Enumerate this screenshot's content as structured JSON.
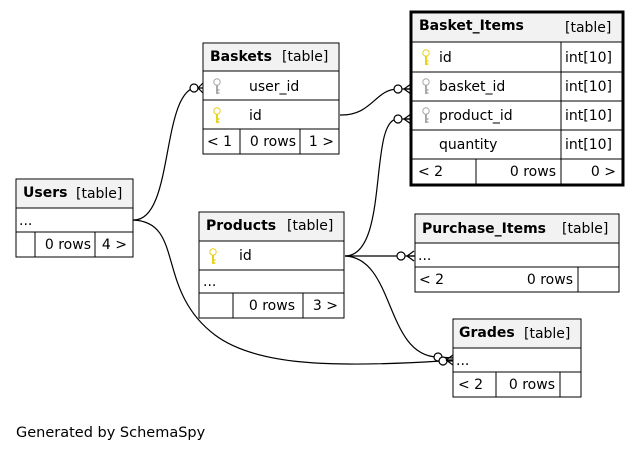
{
  "footer": "Generated by SchemaSpy",
  "colors": {
    "primary_key": "#e8d21c",
    "foreign_key": "#a8a8a8",
    "header_bg": "#f2f2f2",
    "line": "#000000"
  },
  "tables": {
    "basket_items": {
      "name": "Basket_Items",
      "tag": "[table]",
      "columns": [
        {
          "name": "id",
          "type": "int[10]",
          "key": "primary-key-icon"
        },
        {
          "name": "basket_id",
          "type": "int[10]",
          "key": "foreign-key-icon"
        },
        {
          "name": "product_id",
          "type": "int[10]",
          "key": "foreign-key-icon"
        },
        {
          "name": "quantity",
          "type": "int[10]",
          "key": ""
        }
      ],
      "footer": {
        "parents": "< 2",
        "rows": "0 rows",
        "children": "0 >"
      }
    },
    "baskets": {
      "name": "Baskets",
      "tag": "[table]",
      "columns": [
        {
          "name": "user_id",
          "key": "foreign-key-icon"
        },
        {
          "name": "id",
          "key": "primary-key-icon"
        }
      ],
      "footer": {
        "parents": "< 1",
        "rows": "0 rows",
        "children": "1 >"
      }
    },
    "users": {
      "name": "Users",
      "tag": "[table]",
      "body": "...",
      "footer": {
        "parents": "",
        "rows": "0 rows",
        "children": "4 >"
      }
    },
    "products": {
      "name": "Products",
      "tag": "[table]",
      "columns": [
        {
          "name": "id",
          "key": "primary-key-icon"
        }
      ],
      "body": "...",
      "footer": {
        "parents": "",
        "rows": "0 rows",
        "children": "3 >"
      }
    },
    "purchase_items": {
      "name": "Purchase_Items",
      "tag": "[table]",
      "body": "...",
      "footer": {
        "parents": "< 2",
        "rows": "0 rows",
        "children": ""
      }
    },
    "grades": {
      "name": "Grades",
      "tag": "[table]",
      "body": "...",
      "footer": {
        "parents": "< 2",
        "rows": "0 rows",
        "children": ""
      }
    }
  }
}
